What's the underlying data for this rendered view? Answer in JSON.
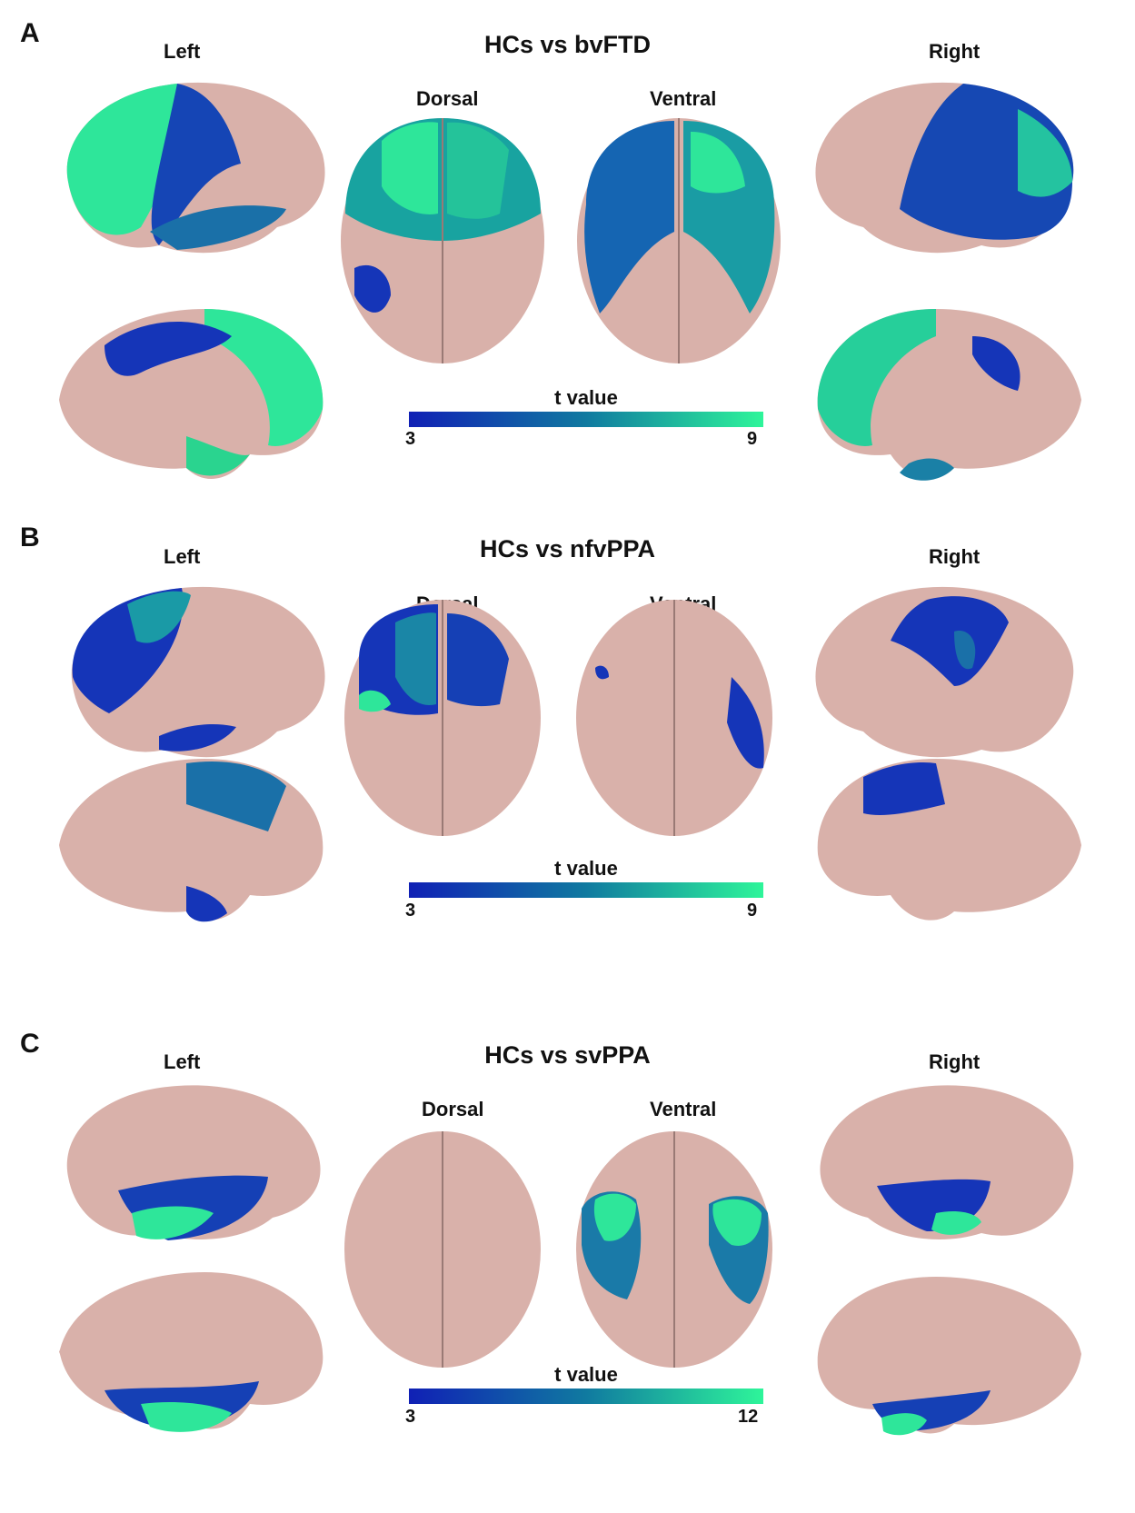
{
  "colors": {
    "cortex": "#d9b1aa",
    "cortex_dark": "#b88f88",
    "low_t": "#1424b8",
    "high_t": "#2ef59a"
  },
  "panels": [
    {
      "letter": "A",
      "title": "HCs vs bvFTD",
      "left_label": "Left",
      "right_label": "Right",
      "dorsal_label": "Dorsal",
      "ventral_label": "Ventral",
      "colorbar": {
        "label": "t value",
        "min": "3",
        "max": "9"
      },
      "affected": {
        "left_lateral": 0.65,
        "left_medial": 0.6,
        "dorsal": 0.5,
        "ventral": 0.6,
        "right_lateral": 0.6,
        "right_medial": 0.6
      }
    },
    {
      "letter": "B",
      "title": "HCs vs nfvPPA",
      "left_label": "Left",
      "right_label": "Right",
      "dorsal_label": "Dorsal",
      "ventral_label": "Ventral",
      "colorbar": {
        "label": "t value",
        "min": "3",
        "max": "9"
      },
      "affected": {
        "left_lateral": 0.4,
        "left_medial": 0.25,
        "dorsal": 0.3,
        "ventral": 0.15,
        "right_lateral": 0.3,
        "right_medial": 0.15
      }
    },
    {
      "letter": "C",
      "title": "HCs vs svPPA",
      "left_label": "Left",
      "right_label": "Right",
      "dorsal_label": "Dorsal",
      "ventral_label": "Ventral",
      "colorbar": {
        "label": "t  value",
        "min": "3",
        "max": "12"
      },
      "affected": {
        "left_lateral": 0.25,
        "left_medial": 0.2,
        "dorsal": 0.0,
        "ventral": 0.45,
        "right_lateral": 0.2,
        "right_medial": 0.15
      }
    }
  ]
}
